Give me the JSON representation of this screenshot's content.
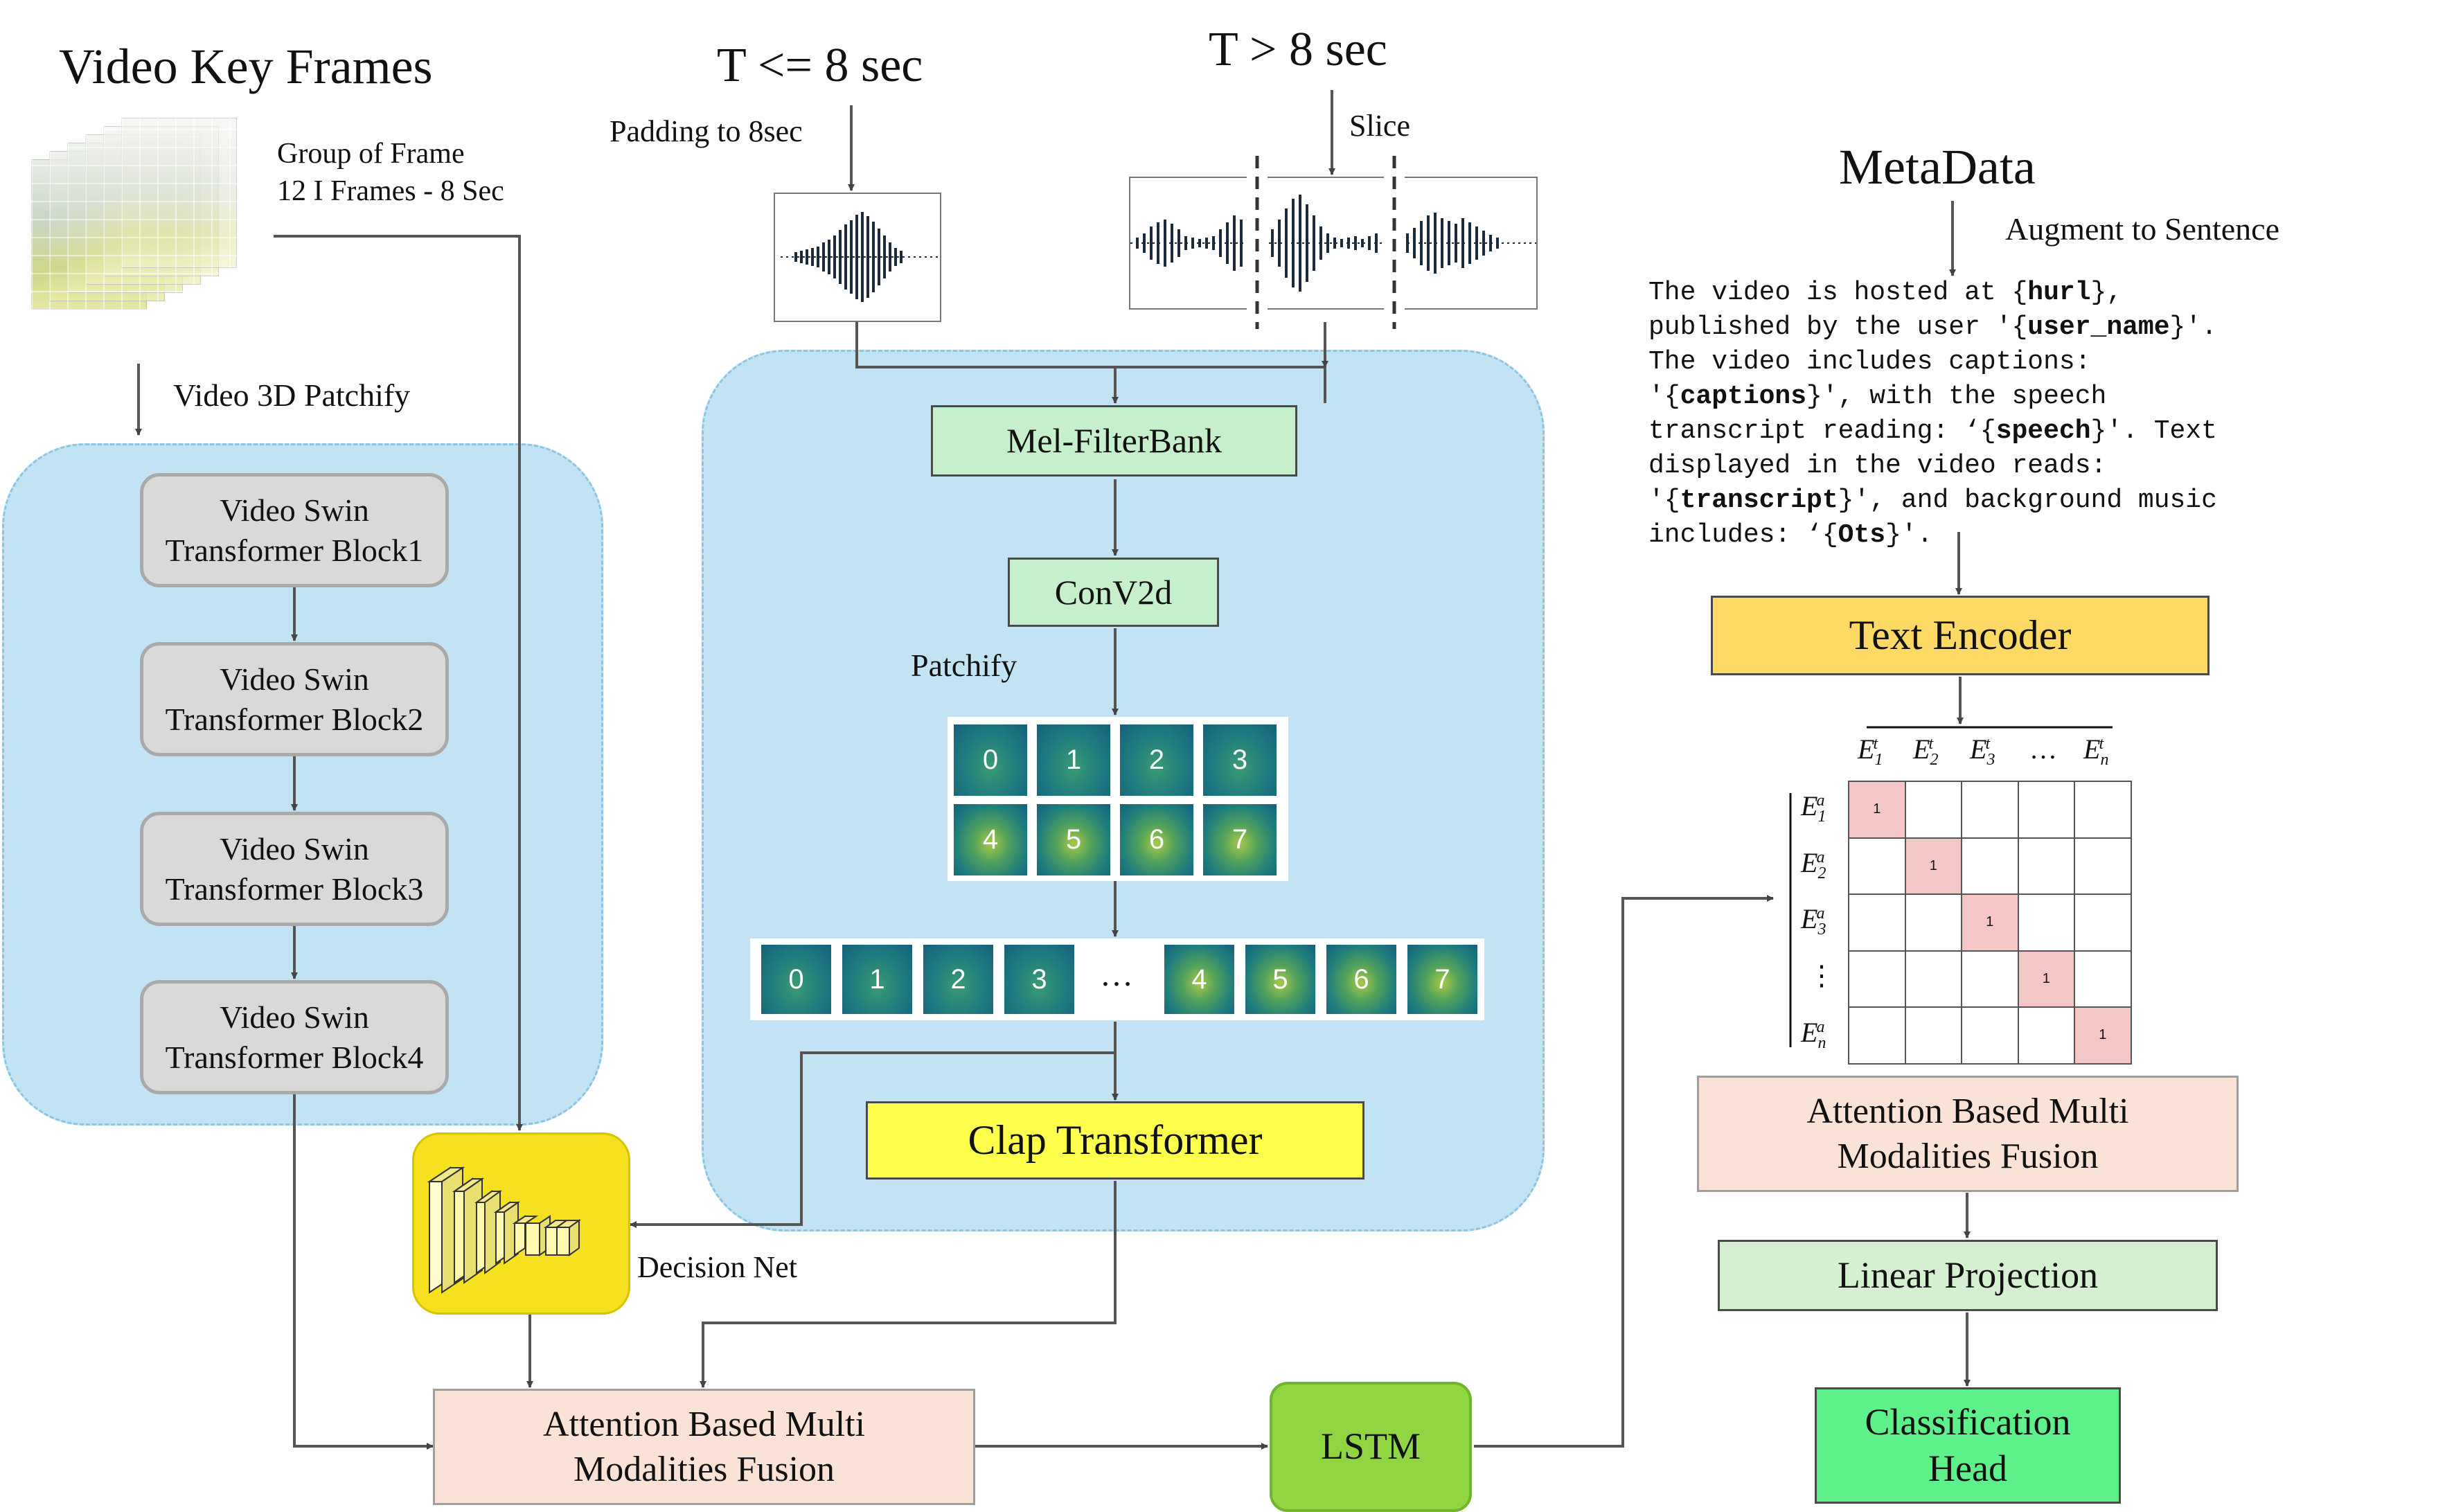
{
  "video": {
    "title": "Video Key Frames",
    "group_line1": "Group of Frame",
    "group_line2": "12 I Frames - 8 Sec",
    "patchify": "Video 3D Patchify",
    "blocks": [
      [
        "Video Swin",
        "Transformer Block1"
      ],
      [
        "Video Swin",
        "Transformer Block2"
      ],
      [
        "Video Swin",
        "Transformer Block3"
      ],
      [
        "Video Swin",
        "Transformer Block4"
      ]
    ]
  },
  "audio": {
    "short_title": "T <= 8 sec",
    "long_title": "T > 8 sec",
    "padding": "Padding to 8sec",
    "slice": "Slice",
    "melfilter": "Mel-FilterBank",
    "conv": "ConV2d",
    "patchify": "Patchify",
    "grid_patches": [
      "0",
      "1",
      "2",
      "3",
      "4",
      "5",
      "6",
      "7"
    ],
    "seq_patches": [
      "0",
      "1",
      "2",
      "3",
      "4",
      "5",
      "6",
      "7"
    ],
    "ellipsis": "…",
    "clap": "Clap Transformer"
  },
  "decision": {
    "label": "Decision Net"
  },
  "fusion_main": {
    "line1": "Attention Based Multi",
    "line2": "Modalities Fusion"
  },
  "lstm": {
    "label": "LSTM"
  },
  "meta": {
    "title": "MetaData",
    "augment": "Augment to Sentence",
    "sentence": [
      [
        [
          "The video is hosted at {",
          false
        ],
        [
          "hurl",
          true
        ],
        [
          "},",
          false
        ]
      ],
      [
        [
          "published by the user '{",
          false
        ],
        [
          "user_name",
          true
        ],
        [
          "}'.",
          false
        ]
      ],
      [
        [
          "The video includes captions:",
          false
        ]
      ],
      [
        [
          "'{",
          false
        ],
        [
          "captions",
          true
        ],
        [
          "}', with the speech",
          false
        ]
      ],
      [
        [
          "transcript reading: ‘{",
          false
        ],
        [
          "speech",
          true
        ],
        [
          "}'. Text",
          false
        ]
      ],
      [
        [
          "displayed in the video reads:",
          false
        ]
      ],
      [
        [
          "'{",
          false
        ],
        [
          "transcript",
          true
        ],
        [
          "}', and background music",
          false
        ]
      ],
      [
        [
          "includes: ‘{",
          false
        ],
        [
          "Ots",
          true
        ],
        [
          "}'.",
          false
        ]
      ]
    ],
    "text_encoder": "Text Encoder",
    "col_labels": [
      [
        "E",
        "1",
        "t"
      ],
      [
        "E",
        "2",
        "t"
      ],
      [
        "E",
        "3",
        "t"
      ],
      [
        "…",
        "",
        ""
      ],
      [
        "E",
        "n",
        "t"
      ]
    ],
    "row_labels": [
      [
        "E",
        "1",
        "a"
      ],
      [
        "E",
        "2",
        "a"
      ],
      [
        "E",
        "3",
        "a"
      ],
      [
        "⋮",
        "",
        ""
      ],
      [
        "E",
        "n",
        "a"
      ]
    ],
    "diag_value": "1",
    "fusion_line1": "Attention Based Multi",
    "fusion_line2": "Modalities Fusion",
    "linear": "Linear Projection",
    "cls_line1": "Classification",
    "cls_line2": "Head"
  },
  "colors": {
    "region": "#c2e3f3",
    "swin": "#d9d9d9",
    "green": "#c6efcb",
    "clap": "#ffff4d",
    "encoder": "#ffd966",
    "peach": "#fbe2d6",
    "linear": "#d5f0d1",
    "cls": "#5ef08a",
    "lstm": "#8fd642",
    "decision": "#f5e11f",
    "diag": "#f4c6c6"
  }
}
